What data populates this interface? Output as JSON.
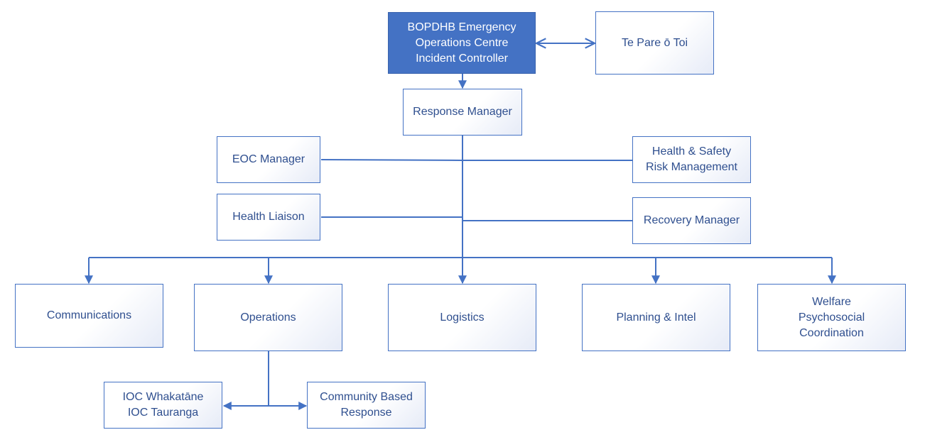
{
  "nodes": {
    "incident_controller": "BOPDHB Emergency\nOperations Centre\nIncident Controller",
    "te_pare": "Te Pare ō Toi",
    "response_manager": "Response Manager",
    "eoc_manager": "EOC Manager",
    "health_safety": "Health & Safety\nRisk Management",
    "health_liaison": "Health Liaison",
    "recovery_manager": "Recovery Manager",
    "communications": "Communications",
    "operations": "Operations",
    "logistics": "Logistics",
    "planning_intel": "Planning & Intel",
    "welfare": "Welfare\nPsychosocial\nCoordination",
    "ioc": "IOC Whakatāne\nIOC Tauranga",
    "community_response": "Community Based\nResponse"
  },
  "colors": {
    "line": "#4472c4",
    "primary_fill": "#4472c4",
    "text": "#2f4f8f"
  }
}
